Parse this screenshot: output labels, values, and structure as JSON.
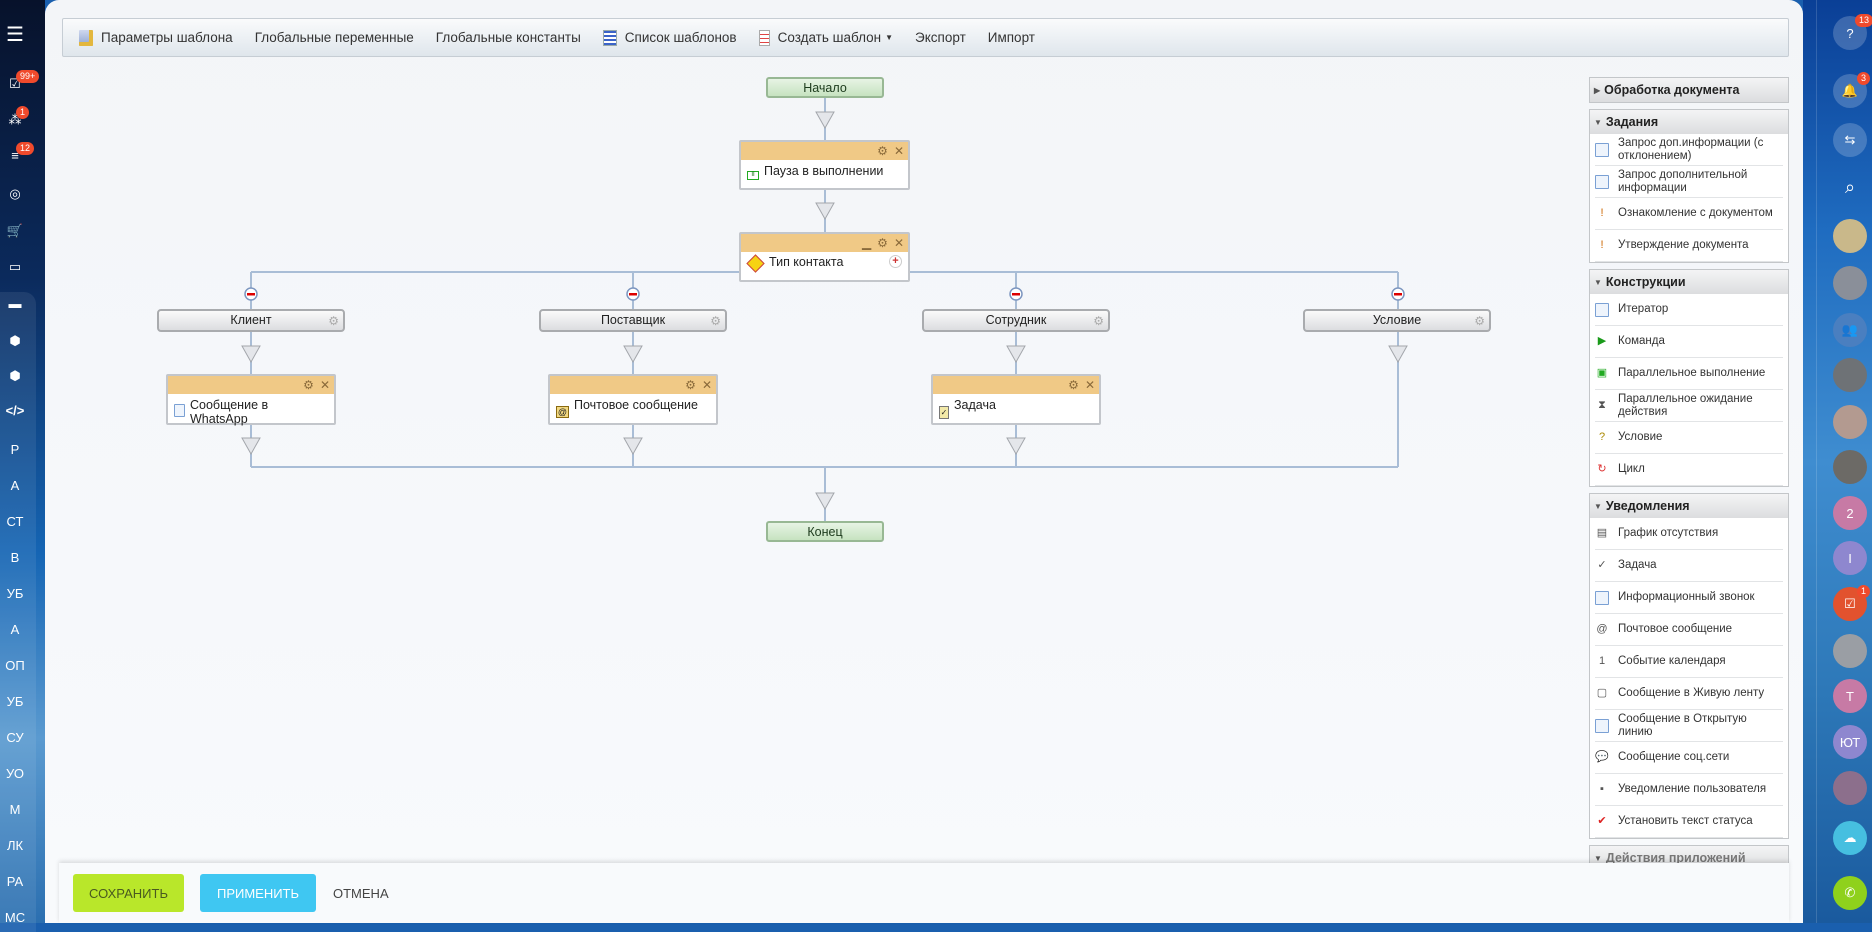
{
  "left_sidebar": {
    "items": [
      {
        "icon": "menu-icon"
      },
      {
        "icon": "tasks-icon",
        "badge": "99+"
      },
      {
        "icon": "crm-icon",
        "badge": "1"
      },
      {
        "icon": "filter-icon",
        "badge": "12"
      },
      {
        "icon": "target-icon"
      },
      {
        "icon": "cart-icon"
      },
      {
        "icon": "contact-card-icon"
      },
      {
        "icon": "robot-icon"
      },
      {
        "icon": "box-icon"
      },
      {
        "icon": "box-icon"
      },
      {
        "icon": "code-icon",
        "label": "</>"
      }
    ],
    "letters": [
      "Р",
      "А",
      "СТ",
      "В",
      "УБ",
      "А",
      "ОП",
      "УБ",
      "СУ",
      "УО",
      "М",
      "ЛК",
      "РА",
      "МС"
    ]
  },
  "toolbar": {
    "template_params": "Параметры шаблона",
    "global_vars": "Глобальные переменные",
    "global_consts": "Глобальные константы",
    "template_list": "Список шаблонов",
    "create_template": "Создать шаблон",
    "export": "Экспорт",
    "import": "Импорт"
  },
  "diagram": {
    "start": "Начало",
    "end": "Конец",
    "pause": "Пауза в выполнении",
    "condition": "Тип контакта",
    "branches": [
      "Клиент",
      "Поставщик",
      "Сотрудник",
      "Условие"
    ],
    "activities": [
      "Сообщение в WhatsApp",
      "Почтовое сообщение",
      "Задача"
    ]
  },
  "right_panel": {
    "doc_processing": "Обработка документа",
    "tasks": {
      "title": "Задания",
      "items": [
        "Запрос доп.информации (с отклонением)",
        "Запрос дополнительной информации",
        "Ознакомление с документом",
        "Утверждение документа"
      ]
    },
    "constructs": {
      "title": "Конструкции",
      "items": [
        "Итератор",
        "Команда",
        "Параллельное выполнение",
        "Параллельное ожидание действия",
        "Условие",
        "Цикл"
      ]
    },
    "notifications": {
      "title": "Уведомления",
      "items": [
        "График отсутствия",
        "Задача",
        "Информационный звонок",
        "Почтовое сообщение",
        "Событие календаря",
        "Сообщение в Живую ленту",
        "Сообщение в Открытую линию",
        "Сообщение соц.сети",
        "Уведомление пользователя",
        "Установить текст статуса"
      ]
    },
    "app_actions": "Действия приложений"
  },
  "right_sidebar": {
    "help_badge": "13",
    "bell_badge": "3",
    "task_badge": "1",
    "avatars": [
      "2",
      "I",
      "Т",
      "ЮТ"
    ]
  },
  "footer": {
    "save": "СОХРАНИТЬ",
    "apply": "ПРИМЕНИТЬ",
    "cancel": "ОТМЕНА"
  },
  "colors": {
    "save": "#b9e72a",
    "apply": "#3fc7f2",
    "activity_header": "#f0c986",
    "terminal": "#c6e3c0",
    "connector": "#a9bdd6"
  }
}
